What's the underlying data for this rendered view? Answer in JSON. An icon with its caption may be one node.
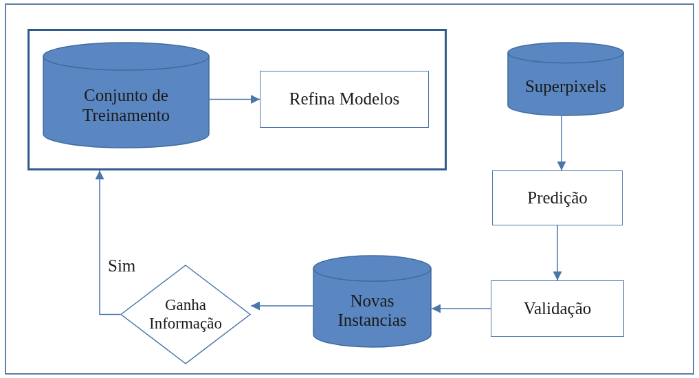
{
  "diagram": {
    "nodes": [
      {
        "text": [],
        "shape": "box"
      },
      {
        "text": [
          "Conjunto de Treinamento"
        ],
        "in": 0
      },
      {
        "text": [
          "Refina Modelos"
        ],
        "in": 0
      },
      {
        "text": [
          "Superpixels"
        ]
      },
      {
        "text": [
          "Predição"
        ]
      },
      {
        "text": [
          "Validação"
        ]
      },
      {
        "text": [
          "Novas Instancias"
        ]
      },
      {
        "text": [
          "Ganha Informação"
        ]
      }
    ],
    "edges": [
      {
        "from": 1,
        "to": 2,
        "arrow": "to"
      },
      {
        "from": 3,
        "to": 4,
        "arrow": "to"
      },
      {
        "from": 4,
        "to": 5,
        "arrow": "to"
      },
      {
        "from": 5,
        "to": 6,
        "arrow": "to"
      },
      {
        "from": 6,
        "to": 7,
        "arrow": "to"
      },
      {
        "from": 7,
        "to": 0,
        "arrow": "to",
        "label": "Sim"
      }
    ]
  }
}
